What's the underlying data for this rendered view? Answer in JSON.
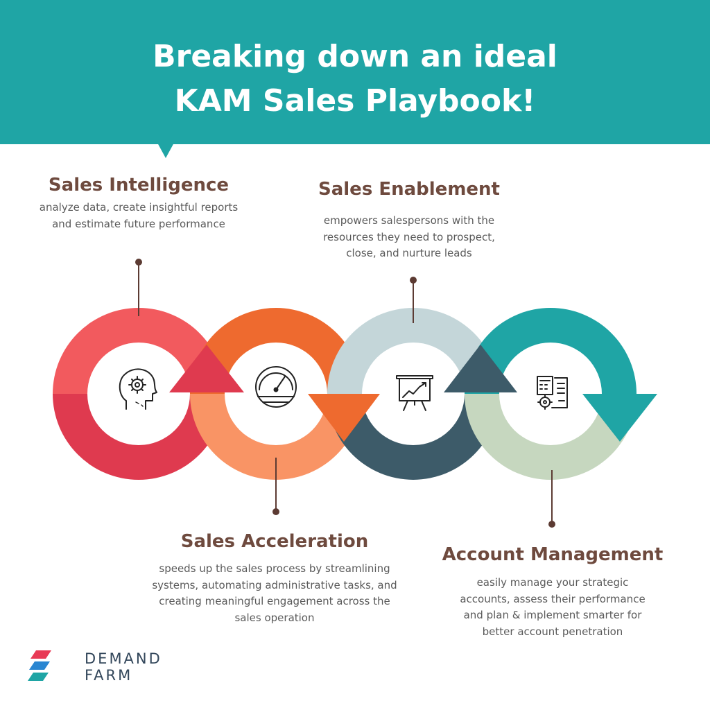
{
  "header": {
    "title_line1": "Breaking down an ideal",
    "title_line2": "KAM Sales Playbook!",
    "background": "#1fa5a5"
  },
  "stages": [
    {
      "title": "Sales Intelligence",
      "description_lines": [
        "analyze data, create insightful reports",
        "and estimate future performance"
      ],
      "icon": "head-gear-icon",
      "colors": {
        "top": "#f25a5e",
        "bottom": "#df3a4f"
      }
    },
    {
      "title": "Sales Acceleration",
      "description_lines": [
        "speeds up the sales process by streamlining",
        "systems, automating administrative tasks, and",
        "creating meaningful engagement across the",
        "sales operation"
      ],
      "icon": "speedometer-icon",
      "colors": {
        "top": "#ee6a2f",
        "bottom": "#f99465"
      }
    },
    {
      "title": "Sales Enablement",
      "description_lines": [
        "empowers salespersons with the",
        "resources they need to prospect,",
        "close, and nurture leads"
      ],
      "icon": "presentation-chart-icon",
      "colors": {
        "top": "#c4d6d9",
        "bottom": "#3d5b69"
      }
    },
    {
      "title": "Account Management",
      "description_lines": [
        "easily manage your strategic",
        "accounts, assess their performance",
        "and plan & implement smarter for",
        "better account penetration"
      ],
      "icon": "report-gear-icon",
      "colors": {
        "top": "#1fa5a5",
        "bottom": "#c6d7bf"
      }
    }
  ],
  "logo": {
    "line1": "DEMAND",
    "line2": "FARM"
  },
  "colors": {
    "title_text": "#6e4a3e",
    "body_text": "#5a5a5a",
    "connector": "#5c3b33"
  }
}
